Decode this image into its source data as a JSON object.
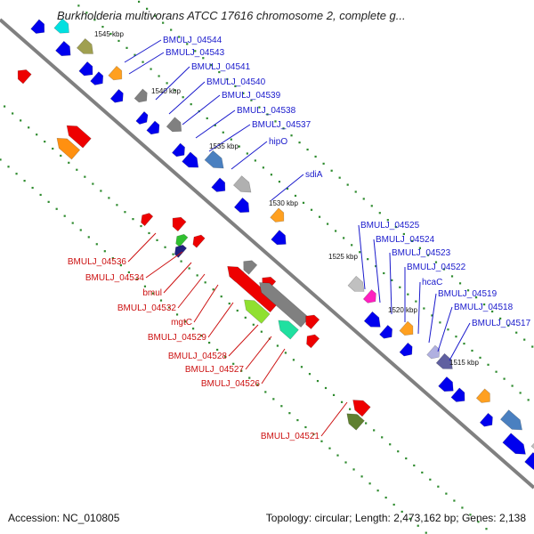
{
  "header": {
    "title": "Burkholderia multivorans ATCC 17616 chromosome 2, complete g..."
  },
  "footer": {
    "accession": "Accession: NC_010805",
    "summary": "Topology: circular; Length: 2,473,162 bp; Genes: 2,138"
  },
  "colors": {
    "forward_label": "#1a1acc",
    "reverse_label": "#cc1111",
    "backbone": "#808080",
    "tick": "#2e8b2e",
    "cds_forward": "#0000ee",
    "cds_reverse": "#ee0000"
  },
  "scale": {
    "tick_labels": [
      "1545 kbp",
      "1540 kbp",
      "1535 kbp",
      "1530 kbp",
      "1525 kbp",
      "1520 kbp",
      "1515 kbp"
    ]
  },
  "forward_genes": [
    "BMULJ_04544",
    "BMULJ_04543",
    "BMULJ_04541",
    "BMULJ_04540",
    "BMULJ_04539",
    "BMULJ_04538",
    "BMULJ_04537",
    "hipO",
    "sdiA",
    "BMULJ_04525",
    "BMULJ_04524",
    "BMULJ_04523",
    "BMULJ_04522",
    "hcaC",
    "BMULJ_04519",
    "BMULJ_04518",
    "BMULJ_04517"
  ],
  "reverse_genes": [
    "BMULJ_04536",
    "BMULJ_04534",
    "bmul",
    "BMULJ_04532",
    "mgtC",
    "BMULJ_04529",
    "BMULJ_04528",
    "BMULJ_04527",
    "BMULJ_04526",
    "BMULJ_04521"
  ]
}
